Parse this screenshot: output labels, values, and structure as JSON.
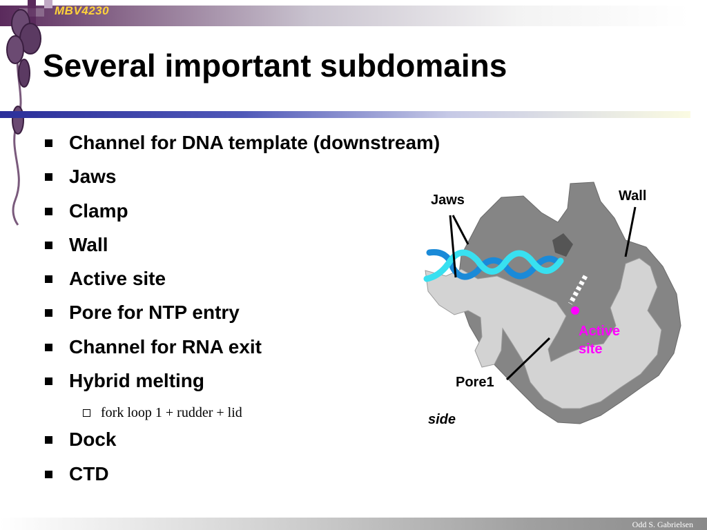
{
  "header": {
    "course_code": "MBV4230"
  },
  "slide": {
    "title": "Several important subdomains",
    "bullets": [
      "Channel for DNA template (downstream)",
      "Jaws",
      "Clamp",
      "Wall",
      "Active site",
      "Pore for NTP entry",
      "Channel for RNA exit",
      "Hybrid melting"
    ],
    "sub_bullet": "fork loop 1 + rudder + lid",
    "bullets_after": [
      "Dock",
      "CTD"
    ]
  },
  "figure": {
    "labels": {
      "jaws": "Jaws",
      "wall": "Wall",
      "active_line1": "Active",
      "active_line2": "site",
      "pore": "Pore1",
      "view": "side"
    },
    "colors": {
      "dna_cyan": "#38e0f0",
      "dna_blue": "#1a8ad8",
      "active_site": "#ff00ff",
      "protein_dark": "#808080",
      "protein_light": "#d0d0d0"
    }
  },
  "footer": {
    "author": "Odd S. Gabrielsen"
  },
  "theme": {
    "accent_purple": "#5a2a5c",
    "accent_blue": "#2b2f9a",
    "course_code_color": "#ffd23a"
  }
}
